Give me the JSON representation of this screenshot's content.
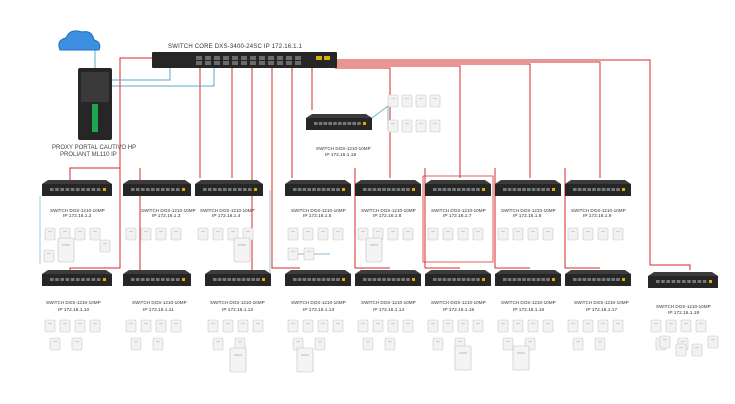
{
  "core_switch": {
    "label": "SWITCH CORE DXS-3400-24SC IP 172.16.1.1"
  },
  "proxy_server": {
    "line1": "PROXY PORTAL CAUTIVO HP",
    "line2": "PROLIANT ML110 IP"
  },
  "cloud": {
    "icon": "cloud-icon"
  },
  "mid_switch": {
    "name": "SWITCH DGS-1210-10MP",
    "ip": "IP 172.16.1.18"
  },
  "row1": [
    {
      "name": "SWITCH DGS-1210-10MP",
      "ip": "IP 172.16.1.2"
    },
    {
      "name": "SWITCH DGS-1210-10MP",
      "ip": "IP 172.16.1.3"
    },
    {
      "name": "SWITCH DGS-1210-10MP",
      "ip": "IP 172.16.1.4"
    },
    {
      "name": "SWITCH DGS-1210-10MP",
      "ip": "IP 172.16.1.5"
    },
    {
      "name": "SWITCH DGS-1210-10MP",
      "ip": "IP 172.16.1.6"
    },
    {
      "name": "SWITCH DGS-1210-10MP",
      "ip": "IP 172.16.1.7"
    },
    {
      "name": "SWITCH DGS-1210-10MP",
      "ip": "IP 172.16.1.8"
    },
    {
      "name": "SWITCH DGS-1210-10MP",
      "ip": "IP 172.16.1.9"
    }
  ],
  "row2": [
    {
      "name": "SWITCH DGS-1210-10MP",
      "ip": "IP 172.16.1.10"
    },
    {
      "name": "SWITCH DGS-1210-10MP",
      "ip": "IP 172.16.1.11"
    },
    {
      "name": "SWITCH DGS-1210-10MP",
      "ip": "IP 172.16.1.12"
    },
    {
      "name": "SWITCH DGS-1210-10MP",
      "ip": "IP 172.16.1.13"
    },
    {
      "name": "SWITCH DGS-1210-10MP",
      "ip": "IP 172.16.1.14"
    },
    {
      "name": "SWITCH DGS-1210-10MP",
      "ip": "IP 172.16.1.15"
    },
    {
      "name": "SWITCH DGS-1210-10MP",
      "ip": "IP 172.16.1.16"
    },
    {
      "name": "SWITCH DGS-1210-10MP",
      "ip": "IP 172.16.1.17"
    },
    {
      "name": "SWITCH DGS-1210-10MP",
      "ip": "IP 172.16.1.18"
    }
  ],
  "colors": {
    "uplink_red": "#d62a2a",
    "link_blue": "#5aa9c8",
    "cloud_blue": "#3d8fe0",
    "device_dark": "#262626"
  }
}
